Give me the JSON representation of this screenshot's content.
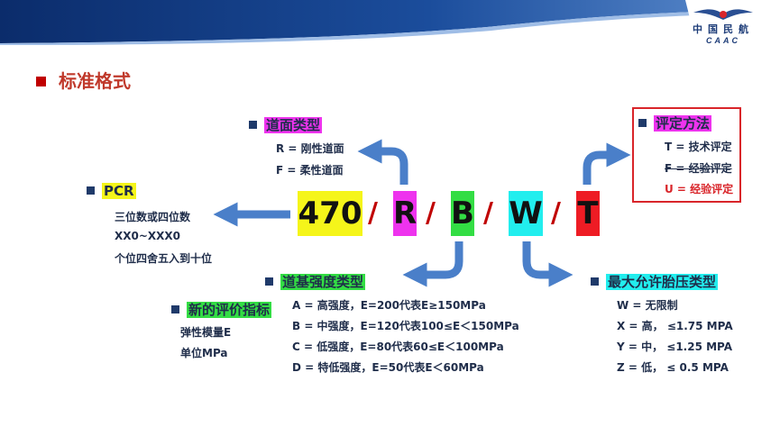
{
  "title": "标准格式",
  "logo": {
    "cn": "中国民航",
    "en": "CAAC"
  },
  "pcr": {
    "label": "PCR",
    "lines": [
      "三位数或四位数",
      "XX0~XXX0",
      "个位四舍五入到十位"
    ]
  },
  "new_index": {
    "label": "新的评价指标",
    "lines": [
      "弹性模量E",
      "单位MPa"
    ]
  },
  "pavement": {
    "label": "道面类型",
    "lines": [
      "R = 刚性道面",
      "F = 柔性道面"
    ]
  },
  "subgrade": {
    "label": "道基强度类型",
    "lines": [
      "A = 高强度，E=200代表E≥150MPa",
      "B = 中强度，E=120代表100≤E＜150MPa",
      "C = 低强度，E=80代表60≤E＜100MPa",
      "D = 特低强度，E=50代表E＜60MPa"
    ]
  },
  "evaluation": {
    "label": "评定方法",
    "lines": [
      "T = 技术评定",
      "F = 经验评定",
      "U = 经验评定"
    ]
  },
  "tire": {
    "label": "最大允许胎压类型",
    "lines": [
      "W = 无限制",
      "X = 高，  ≤1.75 MPA",
      "Y = 中，  ≤1.25 MPA",
      "Z = 低，  ≤  0.5 MPA"
    ]
  },
  "code": {
    "value": "470",
    "slash": "/",
    "pavement": "R",
    "subgrade": "B",
    "tire": "W",
    "evaluation": "T"
  },
  "colors": {
    "value": "#f5f51a",
    "pavement": "#ee33ee",
    "subgrade": "#33dd44",
    "tire": "#22eeee",
    "evaluation": "#ee1c24",
    "arrow": "#4a7fc9",
    "accent": "#c00000"
  }
}
